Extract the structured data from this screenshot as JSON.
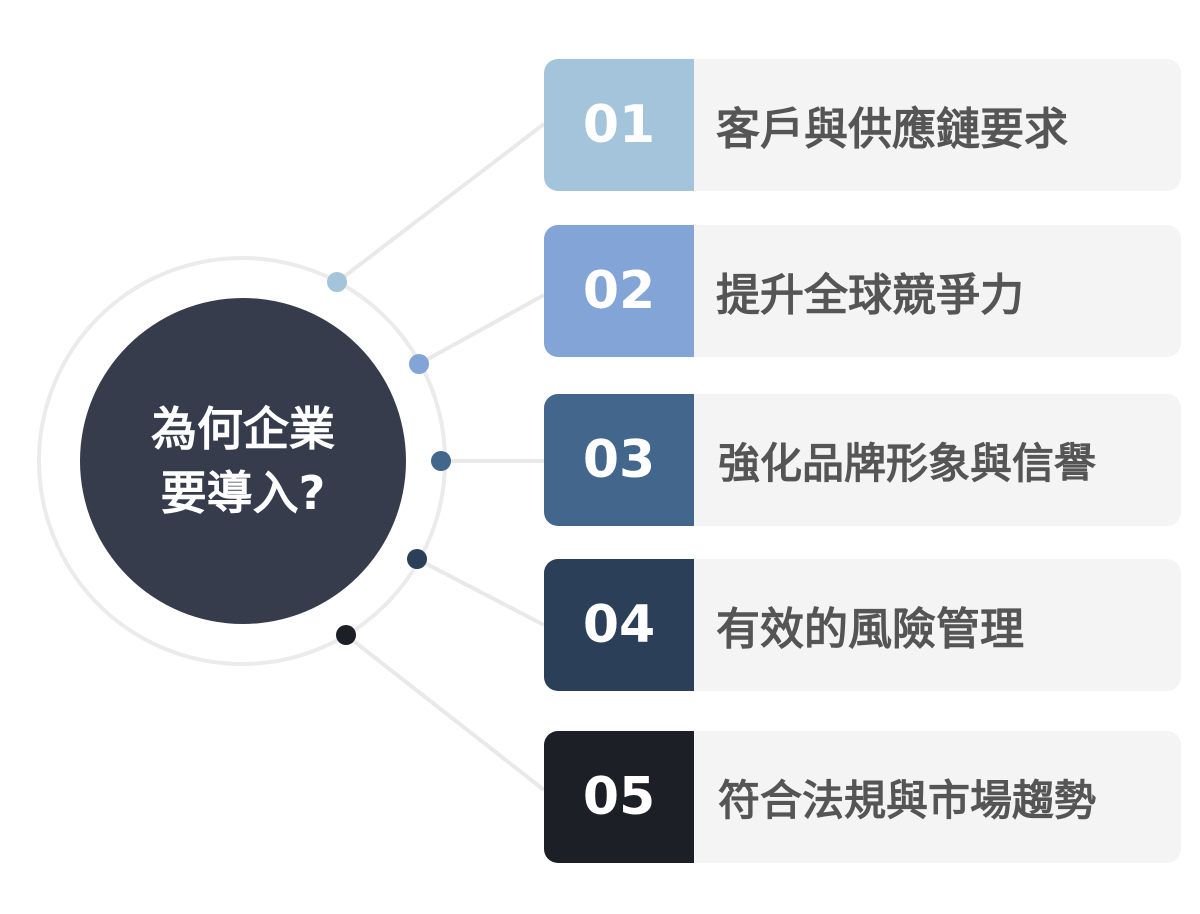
{
  "center": {
    "line1": "為何企業",
    "line2": "要導入?"
  },
  "items": [
    {
      "number": "01",
      "label": "客戶與供應鏈要求",
      "color": "#a3c4db"
    },
    {
      "number": "02",
      "label": "提升全球競爭力",
      "color": "#82a4d6"
    },
    {
      "number": "03",
      "label": "強化品牌形象與信譽",
      "color": "#43668c"
    },
    {
      "number": "04",
      "label": "有效的風險管理",
      "color": "#2b3f58"
    },
    {
      "number": "05",
      "label": "符合法規與市場趨勢",
      "color": "#1c1f26"
    }
  ],
  "colors": {
    "center_circle": "#363c4b",
    "ring": "#ebebeb",
    "connector": "#e9e9e9",
    "card_bg": "#f4f4f4",
    "label_text": "#555555"
  }
}
